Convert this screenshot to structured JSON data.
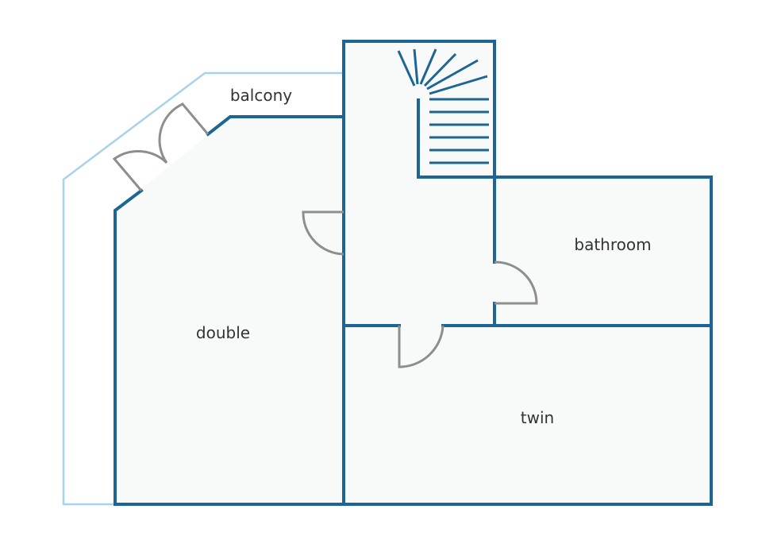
{
  "rooms": {
    "balcony": "balcony",
    "double": "double",
    "bathroom": "bathroom",
    "twin": "twin"
  },
  "colors": {
    "wall": "#1c6595",
    "balcony_outline": "#a7d3ea",
    "floor": "#f8f9f9",
    "door": "#8e8e8e",
    "label": "#333333",
    "background": "#ffffff"
  }
}
